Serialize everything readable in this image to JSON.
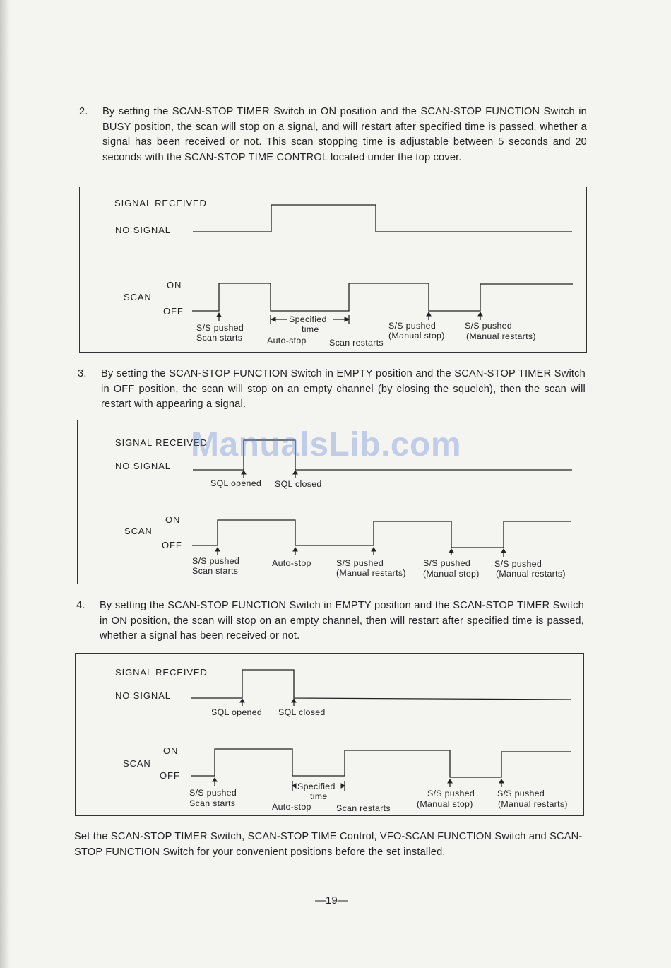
{
  "paragraphs": [
    {
      "num": "2.",
      "text": "By setting the SCAN-STOP TIMER Switch in ON position and the SCAN-STOP FUNCTION Switch in BUSY position, the scan will stop on a signal, and will restart after specified time is passed, whether a signal has been received or not. This scan stopping time is adjustable between 5 seconds and 20 seconds with the SCAN-STOP TIME CONTROL located under the top cover."
    },
    {
      "num": "3.",
      "text": "By setting the SCAN-STOP FUNCTION Switch in EMPTY position and the SCAN-STOP TIMER Switch in OFF position, the scan will stop on an empty channel (by closing the squelch), then the scan will restart with appearing a signal."
    },
    {
      "num": "4.",
      "text": "By setting the SCAN-STOP FUNCTION Switch in EMPTY position and the SCAN-STOP TIMER Switch in ON position, the scan will stop on an empty channel, then will restart after specified time is passed, whether a signal has been received or not."
    }
  ],
  "diagram1": {
    "signal_received": "SIGNAL RECEIVED",
    "no_signal": "NO SIGNAL",
    "scan": "SCAN",
    "on": "ON",
    "off": "OFF",
    "ss_pushed_1": "S/S pushed",
    "scan_starts": "Scan starts",
    "specified": "Specified",
    "time": "time",
    "auto_stop": "Auto-stop",
    "scan_restarts": "Scan restarts",
    "ss_pushed_2": "S/S pushed",
    "manual_stop": "(Manual stop)",
    "ss_pushed_3": "S/S pushed",
    "manual_restarts": "(Manual restarts)"
  },
  "diagram2": {
    "signal_received": "SIGNAL RECEIVED",
    "no_signal": "NO SIGNAL",
    "sql_opened": "SQL opened",
    "sql_closed": "SQL closed",
    "scan": "SCAN",
    "on": "ON",
    "off": "OFF",
    "ss_pushed_1": "S/S pushed",
    "scan_starts": "Scan starts",
    "auto_stop": "Auto-stop",
    "ss_pushed_2": "S/S pushed",
    "manual_restarts_1": "(Manual restarts)",
    "ss_pushed_3": "S/S pushed",
    "manual_stop": "(Manual stop)",
    "ss_pushed_4": "S/S pushed",
    "manual_restarts_2": "(Manual restarts)"
  },
  "diagram3": {
    "signal_received": "SIGNAL RECEIVED",
    "no_signal": "NO SIGNAL",
    "sql_opened": "SQL opened",
    "sql_closed": "SQL closed",
    "scan": "SCAN",
    "on": "ON",
    "off": "OFF",
    "ss_pushed_1": "S/S pushed",
    "scan_starts": "Scan starts",
    "specified": "Specified",
    "time": "time",
    "auto_stop": "Auto-stop",
    "scan_restarts": "Scan restarts",
    "ss_pushed_2": "S/S pushed",
    "manual_stop": "(Manual stop)",
    "ss_pushed_3": "S/S pushed",
    "manual_restarts": "(Manual restarts)"
  },
  "closing_text": "Set the SCAN-STOP TIMER Switch, SCAN-STOP TIME Control, VFO-SCAN FUNCTION Switch and SCAN-STOP FUNCTION Switch for your convenient positions before the set installed.",
  "page_number": "—19—",
  "watermark": "ManualsLib.com"
}
